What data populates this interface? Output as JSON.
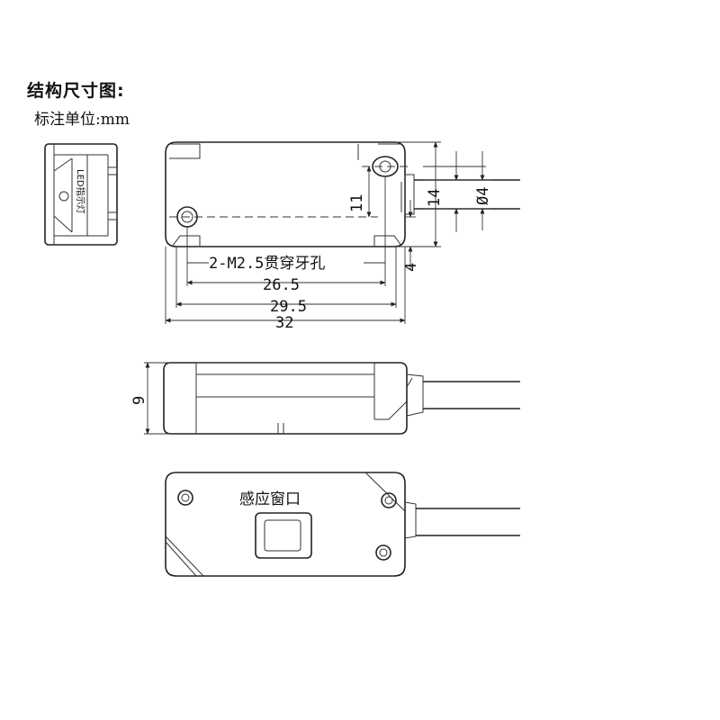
{
  "header": {
    "title": "结构尺寸图:",
    "unit_note": "标注单位:mm"
  },
  "side_view": {
    "indicator_label": "LED指示灯"
  },
  "top_view": {
    "dims": {
      "thread_holes": "2-M2.5贯穿牙孔",
      "hole_pitch": "26.5",
      "mount_span": "29.5",
      "length": "32",
      "hole_offset": "11",
      "width": "14",
      "cable_dia": "Ø4",
      "edge_offset": "4"
    }
  },
  "front_view": {
    "dims": {
      "height": "9"
    }
  },
  "bottom_view": {
    "sensing_window_label": "感应窗口"
  }
}
